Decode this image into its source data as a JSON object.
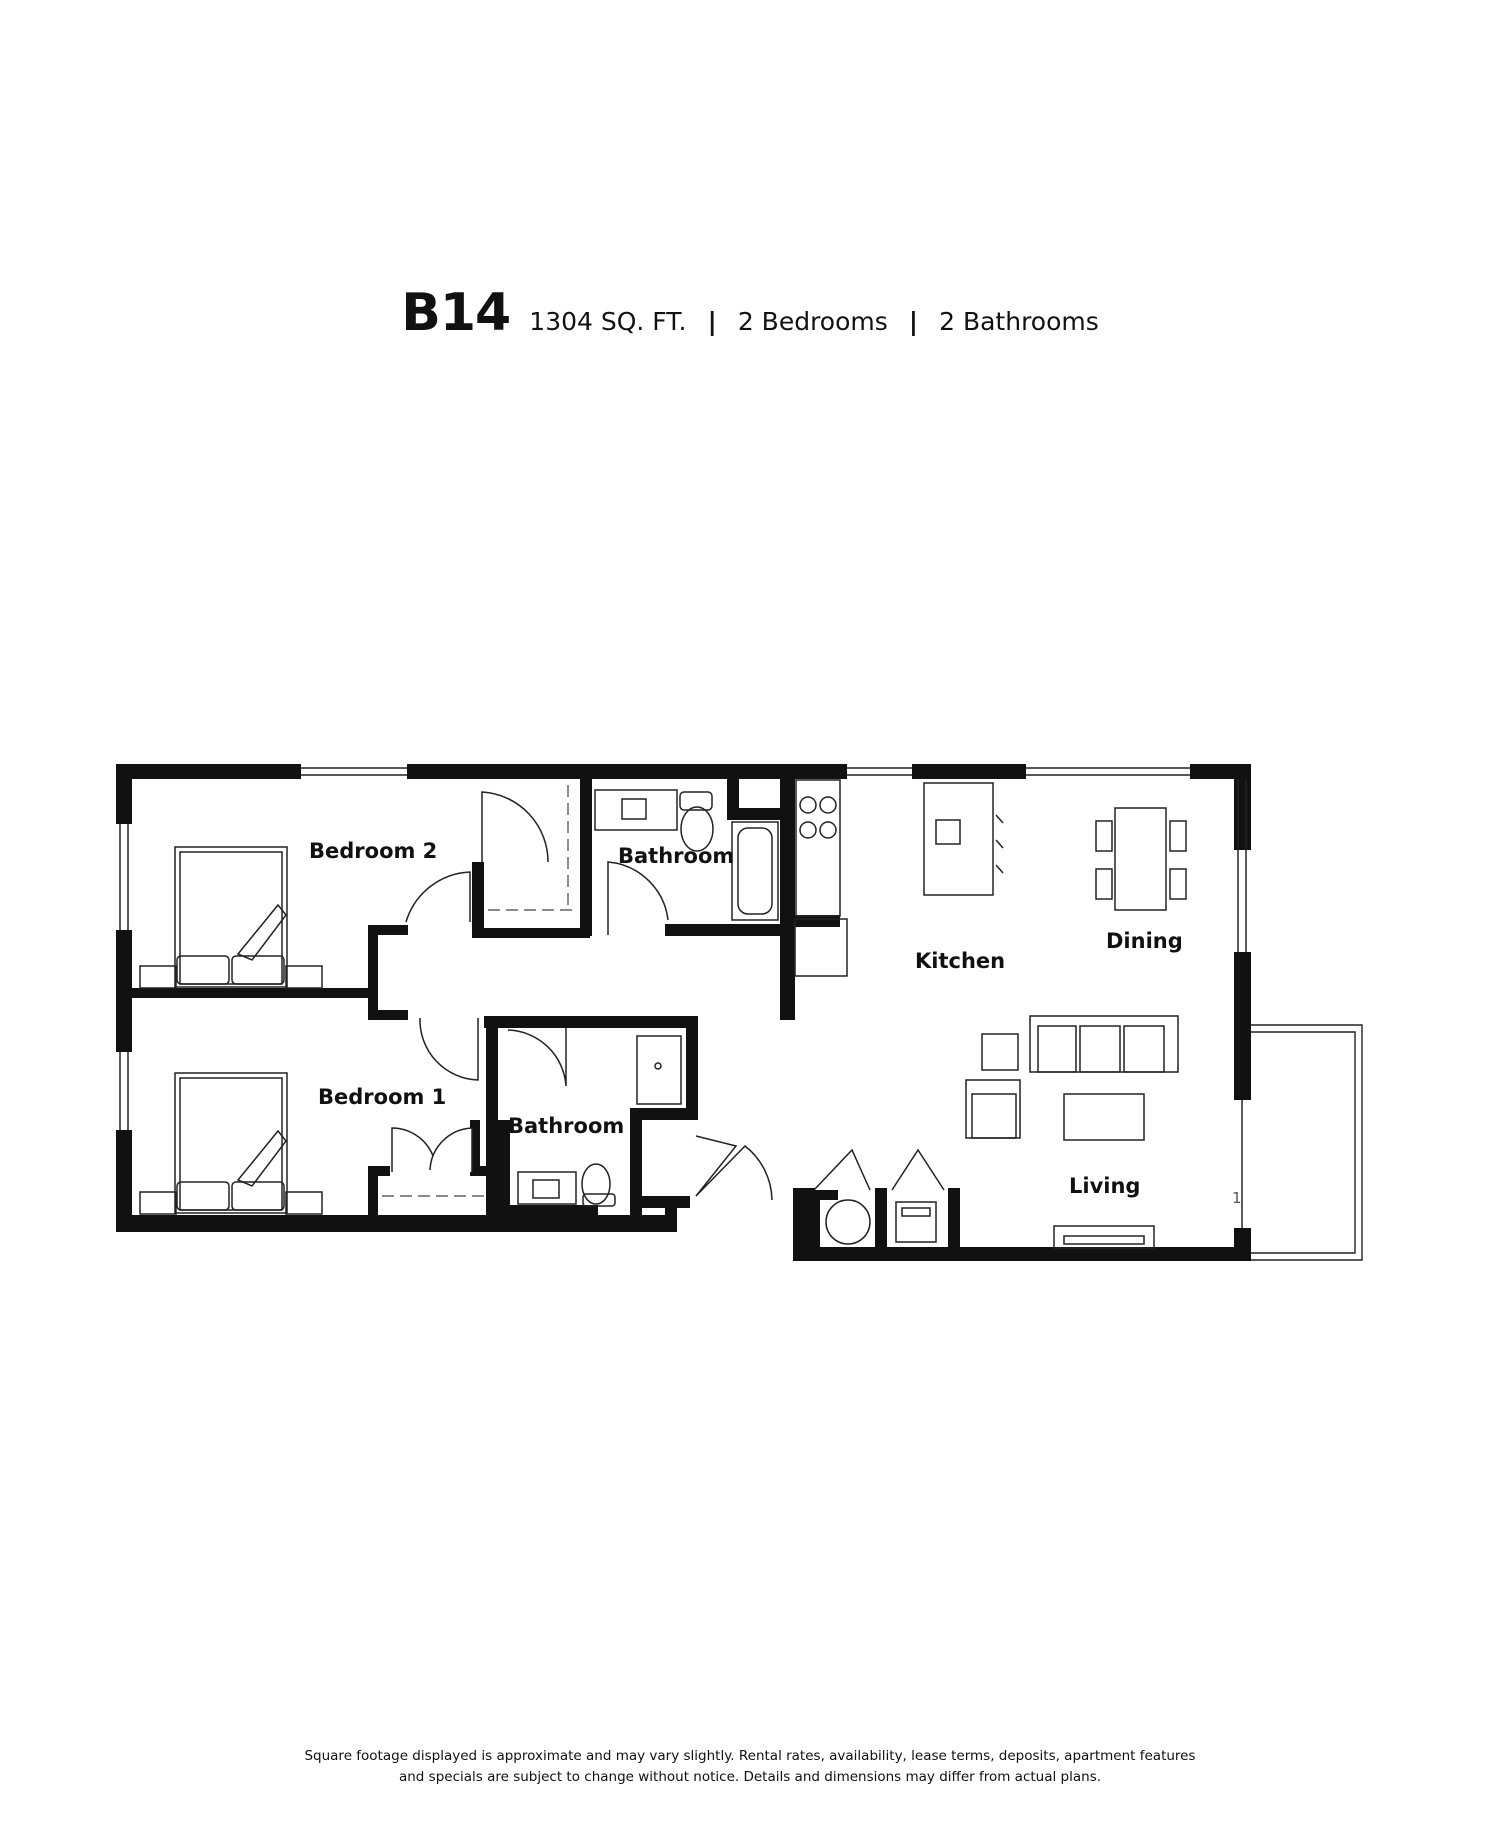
{
  "header": {
    "unit": "B14",
    "area": "1304 SQ. FT.",
    "separator": "|",
    "bedrooms": "2 Bedrooms",
    "bathrooms": "2 Bathrooms"
  },
  "rooms": {
    "bedroom2": "Bedroom 2",
    "bedroom1": "Bedroom 1",
    "bathroom_top": "Bathroom",
    "bathroom_bottom": "Bathroom",
    "kitchen": "Kitchen",
    "dining": "Dining",
    "living": "Living"
  },
  "plan_marker": "1",
  "disclaimer": {
    "line1": "Square footage displayed is approximate and may vary slightly. Rental rates, availability, lease terms, deposits, apartment features",
    "line2": "and specials are subject to change without notice. Details and dimensions may differ from actual plans."
  },
  "colors": {
    "wall": "#111111",
    "fixture": "#222222",
    "background": "#ffffff"
  }
}
